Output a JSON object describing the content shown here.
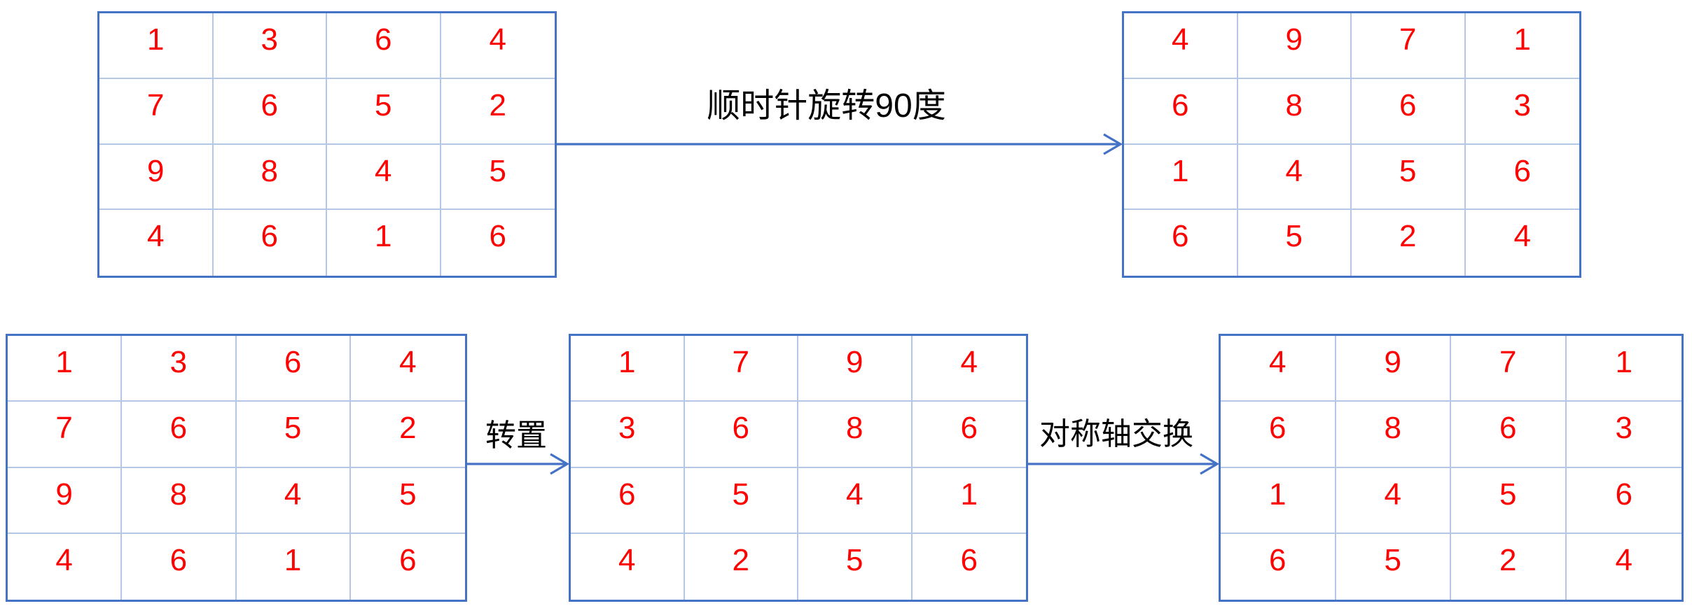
{
  "diagram_title": "matrix-rotation-equivalence",
  "colors": {
    "outer_border": "#4472C4",
    "grid_line": "#B4C7E7",
    "number": "#FF0000",
    "arrow": "#4472C4",
    "label_text": "#000000",
    "background": "#FFFFFF"
  },
  "labels": {
    "rotate": "顺时针旋转90度",
    "transpose": "转置",
    "mirror": "对称轴交换"
  },
  "matrices": {
    "original_top": {
      "rows": [
        [
          1,
          3,
          6,
          4
        ],
        [
          7,
          6,
          5,
          2
        ],
        [
          9,
          8,
          4,
          5
        ],
        [
          4,
          6,
          1,
          6
        ]
      ]
    },
    "rotated": {
      "rows": [
        [
          4,
          9,
          7,
          1
        ],
        [
          6,
          8,
          6,
          3
        ],
        [
          1,
          4,
          5,
          6
        ],
        [
          6,
          5,
          2,
          4
        ]
      ]
    },
    "original_bottom": {
      "rows": [
        [
          1,
          3,
          6,
          4
        ],
        [
          7,
          6,
          5,
          2
        ],
        [
          9,
          8,
          4,
          5
        ],
        [
          4,
          6,
          1,
          6
        ]
      ]
    },
    "transposed": {
      "rows": [
        [
          1,
          7,
          9,
          4
        ],
        [
          3,
          6,
          8,
          6
        ],
        [
          6,
          5,
          4,
          1
        ],
        [
          4,
          2,
          5,
          6
        ]
      ]
    },
    "mirrored": {
      "rows": [
        [
          4,
          9,
          7,
          1
        ],
        [
          6,
          8,
          6,
          3
        ],
        [
          1,
          4,
          5,
          6
        ],
        [
          6,
          5,
          2,
          4
        ]
      ]
    }
  }
}
